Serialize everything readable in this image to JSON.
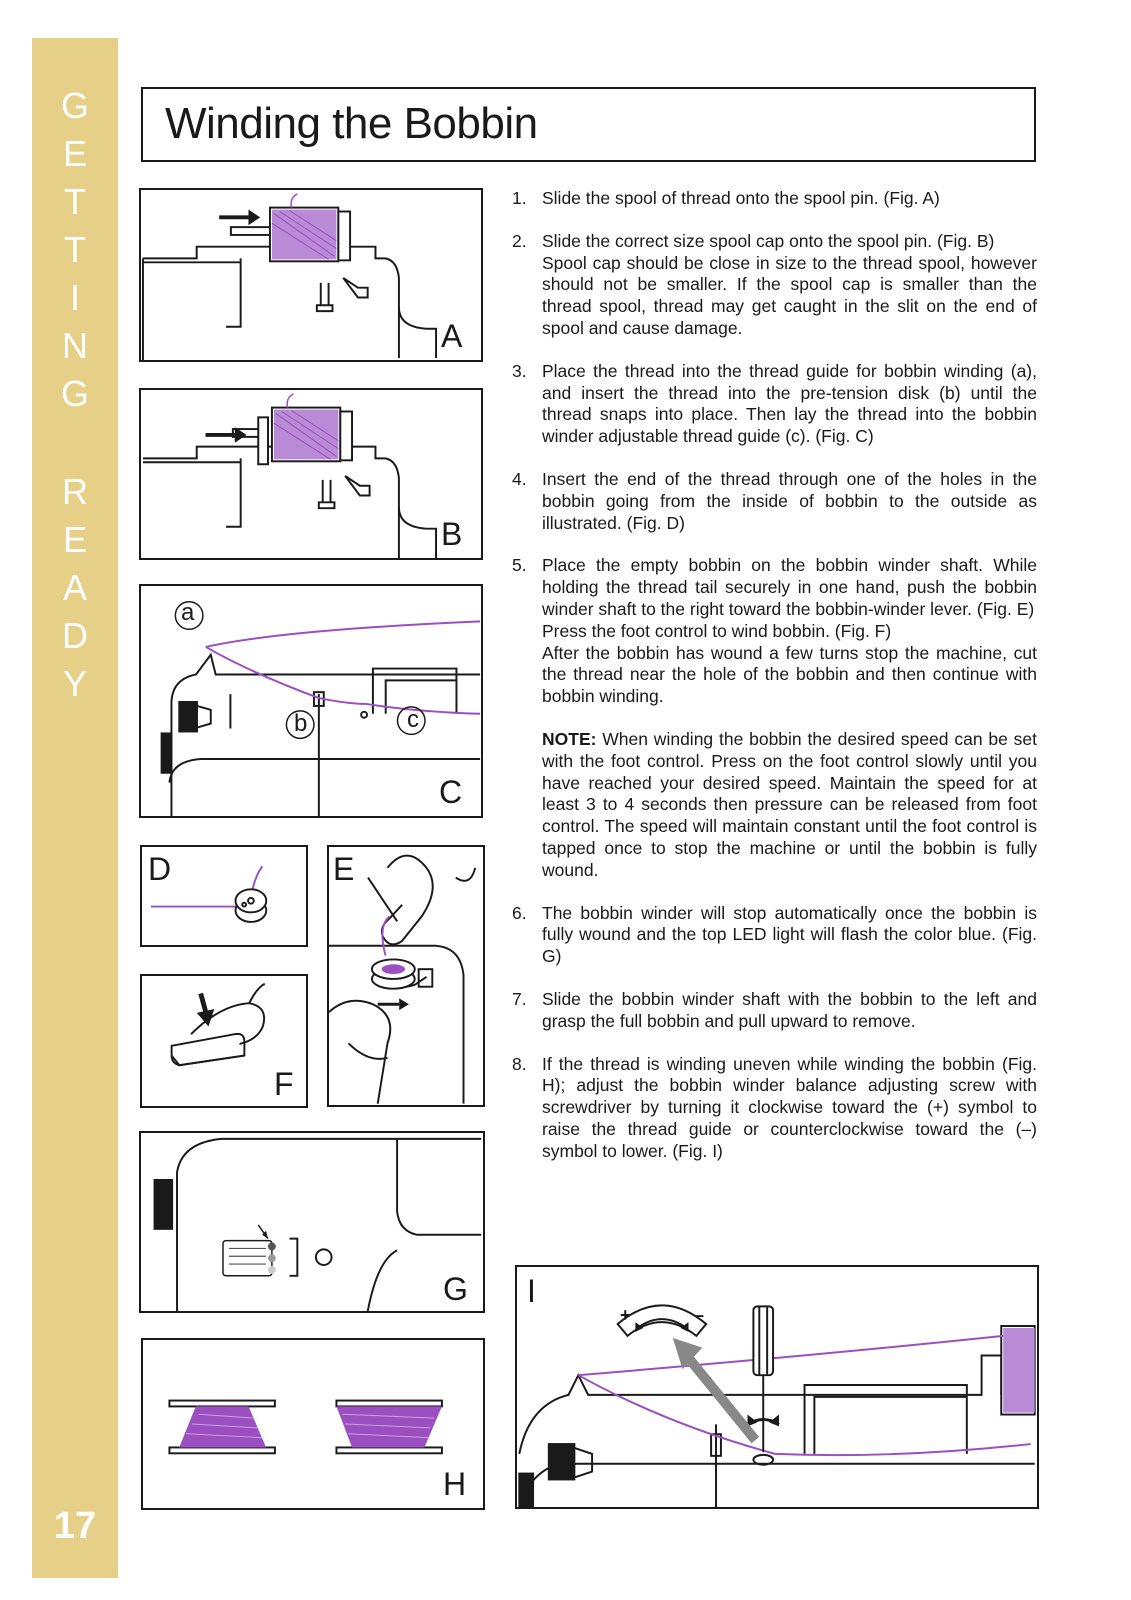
{
  "sidebar": {
    "letters": [
      "G",
      "E",
      "T",
      "T",
      "I",
      "N",
      "G",
      "R",
      "E",
      "A",
      "D",
      "Y"
    ],
    "page_number": "17"
  },
  "title": "Winding the Bobbin",
  "figures": {
    "A": "A",
    "B": "B",
    "C": "C",
    "D": "D",
    "E": "E",
    "F": "F",
    "G": "G",
    "H": "H",
    "I": "I",
    "callout_a": "a",
    "callout_b": "b",
    "callout_c": "c"
  },
  "steps": [
    {
      "num": "1.",
      "lines": [
        "Slide the spool of thread onto the spool pin. (Fig. A)"
      ]
    },
    {
      "num": "2.",
      "lines": [
        "Slide the correct size spool cap onto the spool pin. (Fig. B)",
        "Spool cap should be close in size to the thread spool, however should not be smaller. If the spool cap is smaller than the thread spool, thread may get caught in the slit on the end of spool and cause damage."
      ]
    },
    {
      "num": "3.",
      "lines": [
        "Place the thread into the thread guide for bobbin winding (a), and insert the thread into the pre-tension disk (b) until the thread snaps into place. Then lay the thread into the bobbin winder adjustable thread guide (c). (Fig. C)"
      ]
    },
    {
      "num": "4.",
      "lines": [
        "Insert the end of the thread through one of the holes in the bobbin going from the inside of bobbin to the outside as illustrated. (Fig. D)"
      ]
    },
    {
      "num": "5.",
      "lines": [
        "Place the empty bobbin on the bobbin winder shaft. While holding the thread tail securely in one hand, push the bobbin winder shaft to the right toward the bobbin-winder lever. (Fig. E)",
        "Press the foot control to wind bobbin. (Fig. F)",
        "After the bobbin has wound a few turns stop the machine, cut the thread near the hole of the bobbin and then continue with bobbin winding."
      ],
      "note_label": "NOTE:",
      "note_text": "When winding the bobbin the desired speed can be set with the foot control. Press on the foot control slowly until you have reached your desired speed. Maintain the speed for at least 3 to 4 seconds then pressure can be released from foot control. The speed will maintain constant until the foot control is tapped once to stop the machine or until the bobbin is fully wound."
    },
    {
      "num": "6.",
      "lines": [
        "The bobbin winder will stop automatically once the bobbin is fully wound and the top LED light will flash the color blue. (Fig. G)"
      ]
    },
    {
      "num": "7.",
      "lines": [
        "Slide the bobbin winder shaft with the bobbin to the left and grasp the full bobbin and pull upward to remove."
      ]
    },
    {
      "num": "8.",
      "lines": [
        "If the thread is winding uneven while winding the bobbin (Fig. H); adjust the bobbin winder balance adjusting screw with screwdriver by turning it clockwise toward the (+) symbol to raise the thread guide or counterclockwise toward the (–) symbol to lower. (Fig. I)"
      ]
    }
  ],
  "symbols": {
    "plus": "+",
    "minus": "–"
  },
  "colors": {
    "sidebar": "#e6cf86",
    "thread": "#9b4fc0",
    "line": "#1a1a1a"
  }
}
